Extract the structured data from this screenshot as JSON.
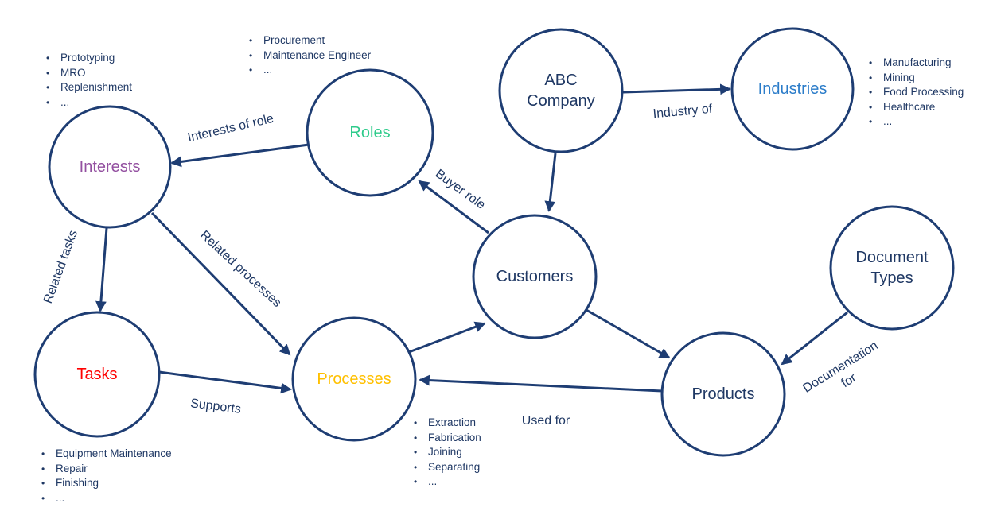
{
  "colors": {
    "outline_navy": "#1e3d73",
    "text_navy": "#1f3864",
    "interests_purple": "#9350a0",
    "roles_green": "#2ecb8b",
    "industries_blue": "#2b7cc9",
    "tasks_red": "#ff0000",
    "processes_gold": "#ffc000"
  },
  "nodes": [
    {
      "id": "interests",
      "label": "Interests"
    },
    {
      "id": "roles",
      "label": "Roles"
    },
    {
      "id": "abc-company",
      "label": "ABC\nCompany"
    },
    {
      "id": "industries",
      "label": "Industries"
    },
    {
      "id": "customers",
      "label": "Customers"
    },
    {
      "id": "document-types",
      "label": "Document\nTypes"
    },
    {
      "id": "tasks",
      "label": "Tasks"
    },
    {
      "id": "processes",
      "label": "Processes"
    },
    {
      "id": "products",
      "label": "Products"
    }
  ],
  "edges": [
    {
      "from": "Roles",
      "to": "Interests",
      "label": "Interests of role"
    },
    {
      "from": "Interests",
      "to": "Tasks",
      "label": "Related tasks"
    },
    {
      "from": "Interests",
      "to": "Processes",
      "label": "Related processes"
    },
    {
      "from": "Customers",
      "to": "Roles",
      "label": "Buyer role"
    },
    {
      "from": "ABC Company",
      "to": "Industries",
      "label": "Industry of"
    },
    {
      "from": "ABC Company",
      "to": "Customers",
      "label": ""
    },
    {
      "from": "Customers",
      "to": "Products",
      "label": ""
    },
    {
      "from": "Processes",
      "to": "Customers",
      "label": ""
    },
    {
      "from": "Tasks",
      "to": "Processes",
      "label": "Supports"
    },
    {
      "from": "Products",
      "to": "Processes",
      "label": "Used for"
    },
    {
      "from": "Document Types",
      "to": "Products",
      "label": "Documentation\nfor"
    }
  ],
  "lists": {
    "interests": [
      "Prototyping",
      "MRO",
      "Replenishment",
      "..."
    ],
    "roles": [
      "Procurement",
      "Maintenance Engineer",
      "..."
    ],
    "industries": [
      "Manufacturing",
      "Mining",
      "Food Processing",
      "Healthcare",
      "..."
    ],
    "processes": [
      "Extraction",
      "Fabrication",
      "Joining",
      "Separating",
      "..."
    ],
    "tasks": [
      "Equipment Maintenance",
      "Repair",
      "Finishing",
      "..."
    ]
  }
}
